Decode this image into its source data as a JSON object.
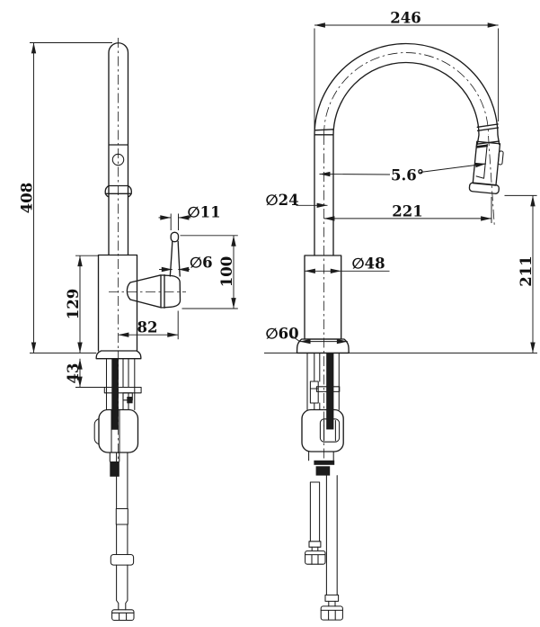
{
  "colors": {
    "line": "#1c1c1c",
    "background": "#ffffff"
  },
  "side_view": {
    "dims": {
      "overall_height": "408",
      "body_height": "129",
      "shank_length": "43",
      "outlet_reach": "82",
      "knob_diameter": "∅11",
      "lever_diameter": "∅6",
      "lever_height": "100"
    }
  },
  "front_view": {
    "dims": {
      "spout_span": "246",
      "nozzle_angle": "5.6°",
      "tube_diameter": "∅24",
      "spout_reach": "221",
      "body_diameter": "∅48",
      "base_diameter": "∅60",
      "spout_height": "211"
    }
  }
}
